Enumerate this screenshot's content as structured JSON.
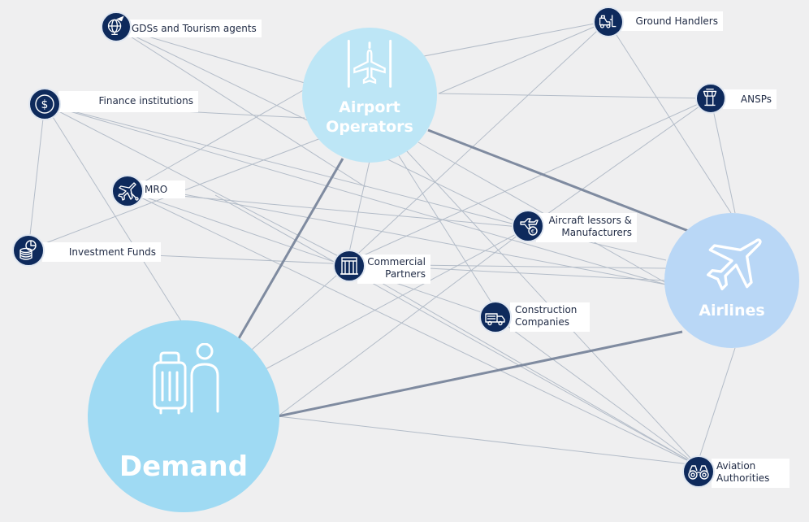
{
  "hubs": {
    "airport": {
      "line1": "Airport",
      "line2": "Operators",
      "color": "#bde6f6"
    },
    "airlines": {
      "label": "Airlines",
      "color": "#b9d7f6"
    },
    "demand": {
      "label": "Demand",
      "color": "#9fdaf3"
    }
  },
  "stakeholders": {
    "gds": "GDSs and Tourism agents",
    "ground": "Ground Handlers",
    "finance": "Finance institutions",
    "ansps": "ANSPs",
    "mro": "MRO",
    "lessors": {
      "line1": "Aircraft lessors &",
      "line2": "Manufacturers"
    },
    "investment": "Investment Funds",
    "commercial": {
      "line1": "Commercial",
      "line2": "Partners"
    },
    "construction": {
      "line1": "Construction",
      "line2": "Companies"
    },
    "aviation": {
      "line1": "Aviation",
      "line2": "Authorities"
    }
  },
  "colors": {
    "icon_fill": "#0e2a5c",
    "thin_line": "#b3bcc8",
    "thick_line": "#7f8ba0",
    "background": "#efeff0"
  }
}
